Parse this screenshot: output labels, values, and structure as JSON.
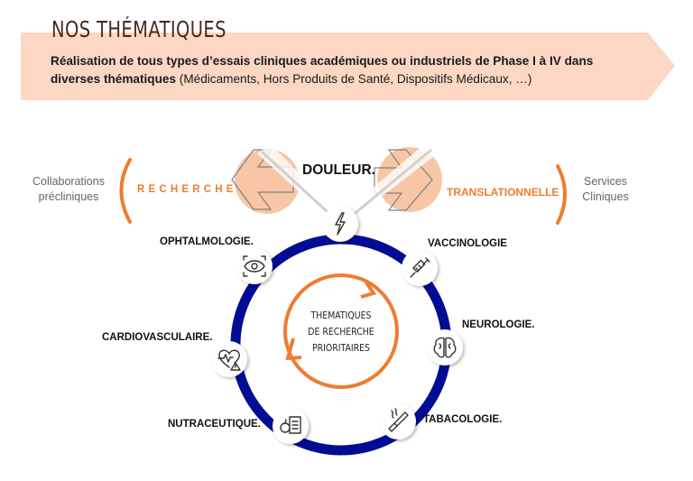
{
  "header": {
    "title": "NOS THÉMATIQUES",
    "subtitle_bold_1": "Réalisation de tous types d’essais cliniques académiques ou industriels de Phase I à IV dans",
    "subtitle_bold_2": "diverses thématiques",
    "subtitle_normal": " (Médicaments, Hors Produits de Santé, Dispositifs Médicaux, …)"
  },
  "left": {
    "side_line1": "Collaborations",
    "side_line2": "précliniques",
    "keyword": "R E C H E R C H E"
  },
  "right": {
    "side_line1": "Services",
    "side_line2": "Cliniques",
    "keyword": "TRANSLATIONNELLE"
  },
  "center": {
    "line1": "THEMATIQUES",
    "line2": "DE  RECHERCHE",
    "line3": "PRIORITAIRES"
  },
  "themes": [
    {
      "label": "DOULEUR.",
      "icon": "lightning-icon"
    },
    {
      "label": "VACCINOLOGIE",
      "icon": "syringe-icon"
    },
    {
      "label": "NEUROLOGIE.",
      "icon": "brain-icon"
    },
    {
      "label": "TABACOLOGIE.",
      "icon": "cigarette-icon"
    },
    {
      "label": "NUTRACEUTIQUE.",
      "icon": "nutrition-checklist-icon"
    },
    {
      "label": "CARDIOVASCULAIRE.",
      "icon": "heart-warning-icon"
    },
    {
      "label": "OPHTALMOLOGIE.",
      "icon": "eye-scan-icon"
    }
  ],
  "colors": {
    "banner": "#fbd7c4",
    "accent": "#ed7d31",
    "ring": "#000c94",
    "title": "#4a2a1c"
  }
}
